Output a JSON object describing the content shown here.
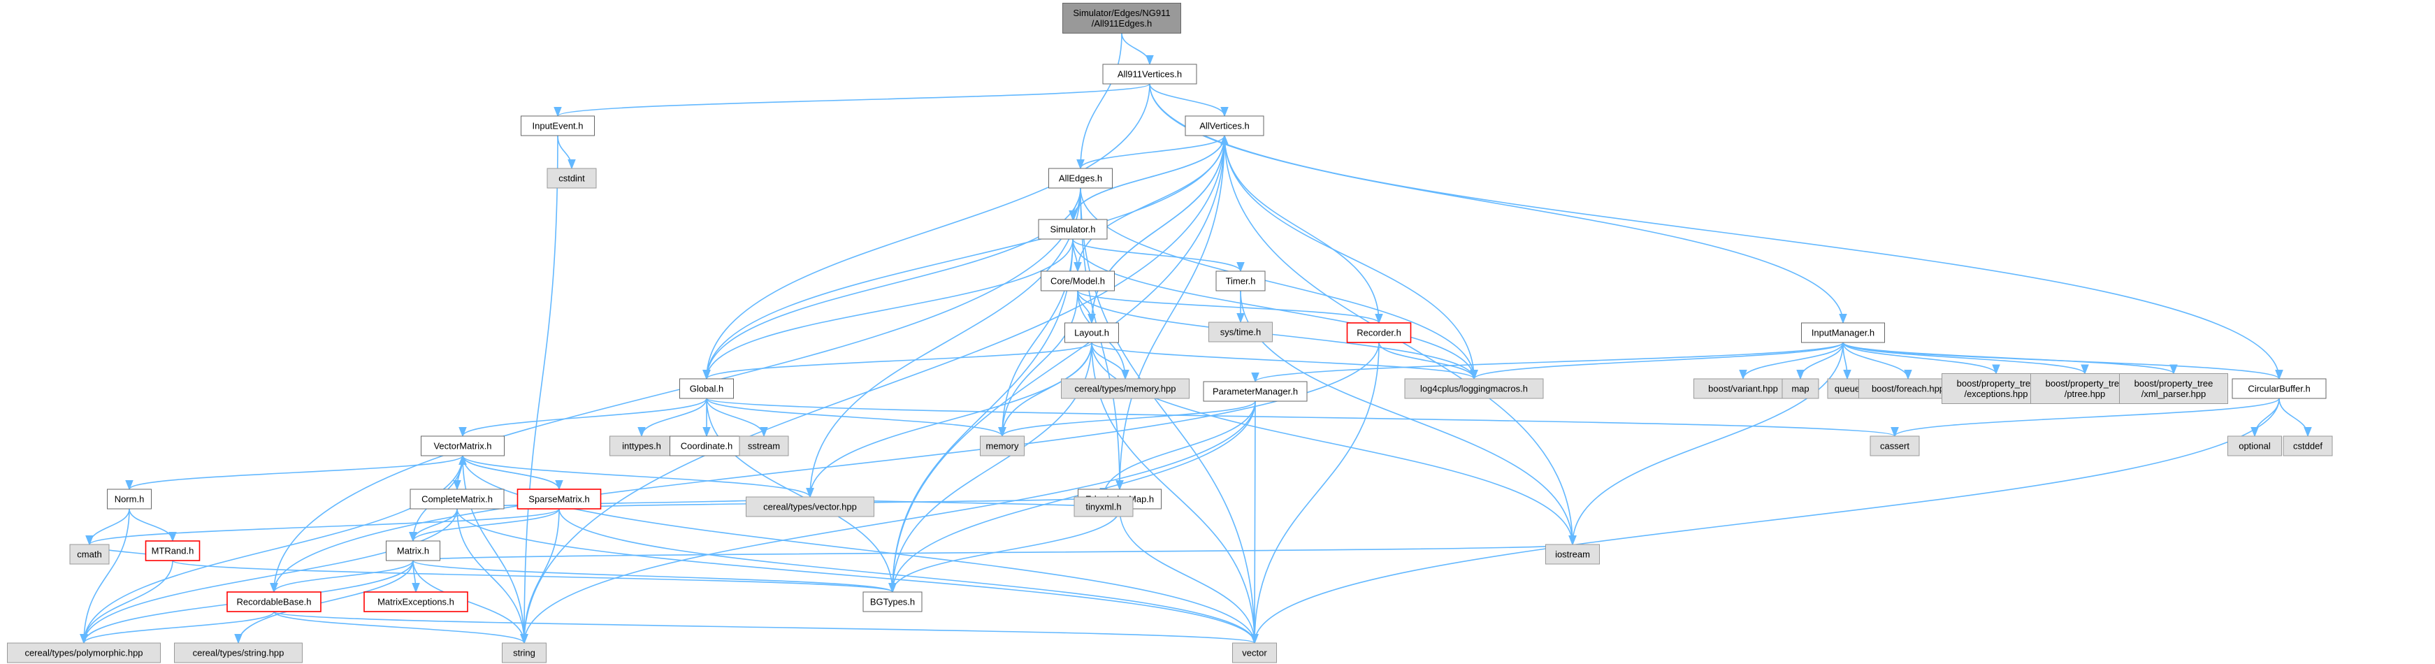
{
  "root": "Simulator/Edges/NG911/All911Edges.h",
  "colors": {
    "edge": "#63b8ff",
    "root_fill": "#999999",
    "node_fill": "#ffffff",
    "node_border": "#666666",
    "external_fill": "#e0e0e0",
    "external_border": "#999999",
    "truncated_border": "#ff0000"
  },
  "nodes": [
    {
      "id": "all911edges",
      "lines": [
        "Simulator/Edges/NG911",
        "/All911Edges.h"
      ],
      "kind": "root"
    },
    {
      "id": "all911vertices",
      "lines": [
        "All911Vertices.h"
      ],
      "kind": "file"
    },
    {
      "id": "inputevent",
      "lines": [
        "InputEvent.h"
      ],
      "kind": "file"
    },
    {
      "id": "cstdint",
      "lines": [
        "cstdint"
      ],
      "kind": "external"
    },
    {
      "id": "allvertices",
      "lines": [
        "AllVertices.h"
      ],
      "kind": "file"
    },
    {
      "id": "alledges",
      "lines": [
        "AllEdges.h"
      ],
      "kind": "file"
    },
    {
      "id": "simulator",
      "lines": [
        "Simulator.h"
      ],
      "kind": "file"
    },
    {
      "id": "coremodel",
      "lines": [
        "Core/Model.h"
      ],
      "kind": "file"
    },
    {
      "id": "timer",
      "lines": [
        "Timer.h"
      ],
      "kind": "file"
    },
    {
      "id": "systime",
      "lines": [
        "sys/time.h"
      ],
      "kind": "external"
    },
    {
      "id": "layout",
      "lines": [
        "Layout.h"
      ],
      "kind": "file"
    },
    {
      "id": "recorder",
      "lines": [
        "Recorder.h"
      ],
      "kind": "truncated"
    },
    {
      "id": "inputmanager",
      "lines": [
        "InputManager.h"
      ],
      "kind": "file"
    },
    {
      "id": "global",
      "lines": [
        "Global.h"
      ],
      "kind": "file"
    },
    {
      "id": "cerealmemory",
      "lines": [
        "cereal/types/memory.hpp"
      ],
      "kind": "external"
    },
    {
      "id": "log4cplus",
      "lines": [
        "log4cplus/loggingmacros.h"
      ],
      "kind": "external"
    },
    {
      "id": "boostvariant",
      "lines": [
        "boost/variant.hpp"
      ],
      "kind": "external"
    },
    {
      "id": "map",
      "lines": [
        "map"
      ],
      "kind": "external"
    },
    {
      "id": "queue",
      "lines": [
        "queue"
      ],
      "kind": "external"
    },
    {
      "id": "boostforeach",
      "lines": [
        "boost/foreach.hpp"
      ],
      "kind": "external"
    },
    {
      "id": "ptreeexceptions",
      "lines": [
        "boost/property_tree",
        "/exceptions.hpp"
      ],
      "kind": "external"
    },
    {
      "id": "ptree",
      "lines": [
        "boost/property_tree",
        "/ptree.hpp"
      ],
      "kind": "external"
    },
    {
      "id": "xmlparser",
      "lines": [
        "boost/property_tree",
        "/xml_parser.hpp"
      ],
      "kind": "external"
    },
    {
      "id": "circularbuffer",
      "lines": [
        "CircularBuffer.h"
      ],
      "kind": "file"
    },
    {
      "id": "optional",
      "lines": [
        "optional"
      ],
      "kind": "external"
    },
    {
      "id": "cstddef",
      "lines": [
        "cstddef"
      ],
      "kind": "external"
    },
    {
      "id": "parametermanager",
      "lines": [
        "ParameterManager.h"
      ],
      "kind": "file"
    },
    {
      "id": "memory",
      "lines": [
        "memory"
      ],
      "kind": "external"
    },
    {
      "id": "cassert",
      "lines": [
        "cassert"
      ],
      "kind": "external"
    },
    {
      "id": "vectormatrix",
      "lines": [
        "VectorMatrix.h"
      ],
      "kind": "file"
    },
    {
      "id": "inttypes",
      "lines": [
        "inttypes.h"
      ],
      "kind": "external"
    },
    {
      "id": "coordinate",
      "lines": [
        "Coordinate.h"
      ],
      "kind": "file"
    },
    {
      "id": "sstream",
      "lines": [
        "sstream"
      ],
      "kind": "external"
    },
    {
      "id": "norm",
      "lines": [
        "Norm.h"
      ],
      "kind": "file"
    },
    {
      "id": "completematrix",
      "lines": [
        "CompleteMatrix.h"
      ],
      "kind": "file"
    },
    {
      "id": "sparsematrix",
      "lines": [
        "SparseMatrix.h"
      ],
      "kind": "truncated"
    },
    {
      "id": "edgeindexmap",
      "lines": [
        "EdgeIndexMap.h"
      ],
      "kind": "file"
    },
    {
      "id": "cerealvector",
      "lines": [
        "cereal/types/vector.hpp"
      ],
      "kind": "external"
    },
    {
      "id": "tinyxml",
      "lines": [
        "tinyxml.h"
      ],
      "kind": "external"
    },
    {
      "id": "mtrand",
      "lines": [
        "MTRand.h"
      ],
      "kind": "truncated"
    },
    {
      "id": "matrix",
      "lines": [
        "Matrix.h"
      ],
      "kind": "file"
    },
    {
      "id": "cmath",
      "lines": [
        "cmath"
      ],
      "kind": "external"
    },
    {
      "id": "iostream",
      "lines": [
        "iostream"
      ],
      "kind": "external"
    },
    {
      "id": "bgtypes",
      "lines": [
        "BGTypes.h"
      ],
      "kind": "file"
    },
    {
      "id": "recordablebase",
      "lines": [
        "RecordableBase.h"
      ],
      "kind": "truncated"
    },
    {
      "id": "matrixexceptions",
      "lines": [
        "MatrixExceptions.h"
      ],
      "kind": "truncated"
    },
    {
      "id": "cerealpolymorphic",
      "lines": [
        "cereal/types/polymorphic.hpp"
      ],
      "kind": "external"
    },
    {
      "id": "cerealstring",
      "lines": [
        "cereal/types/string.hpp"
      ],
      "kind": "external"
    },
    {
      "id": "string",
      "lines": [
        "string"
      ],
      "kind": "external"
    },
    {
      "id": "vector",
      "lines": [
        "vector"
      ],
      "kind": "external"
    }
  ],
  "edges": [
    [
      "all911edges",
      "all911vertices"
    ],
    [
      "all911edges",
      "alledges"
    ],
    [
      "all911vertices",
      "allvertices"
    ],
    [
      "all911vertices",
      "inputevent"
    ],
    [
      "all911vertices",
      "global"
    ],
    [
      "all911vertices",
      "inputmanager"
    ],
    [
      "all911vertices",
      "circularbuffer"
    ],
    [
      "inputevent",
      "cstdint"
    ],
    [
      "inputevent",
      "string"
    ],
    [
      "allvertices",
      "alledges"
    ],
    [
      "allvertices",
      "simulator"
    ],
    [
      "allvertices",
      "layout"
    ],
    [
      "allvertices",
      "global"
    ],
    [
      "allvertices",
      "edgeindexmap"
    ],
    [
      "allvertices",
      "log4cplus"
    ],
    [
      "allvertices",
      "iostream"
    ],
    [
      "allvertices",
      "string"
    ],
    [
      "allvertices",
      "bgtypes"
    ],
    [
      "alledges",
      "simulator"
    ],
    [
      "alledges",
      "global"
    ],
    [
      "alledges",
      "edgeindexmap"
    ],
    [
      "alledges",
      "log4cplus"
    ],
    [
      "alledges",
      "cerealvector"
    ],
    [
      "alledges",
      "vector"
    ],
    [
      "alledges",
      "recordablebase"
    ],
    [
      "simulator",
      "coremodel"
    ],
    [
      "simulator",
      "timer"
    ],
    [
      "simulator",
      "global"
    ],
    [
      "simulator",
      "memory"
    ],
    [
      "simulator",
      "bgtypes"
    ],
    [
      "simulator",
      "log4cplus"
    ],
    [
      "simulator",
      "allvertices"
    ],
    [
      "coremodel",
      "layout"
    ],
    [
      "coremodel",
      "recorder"
    ],
    [
      "coremodel",
      "memory"
    ],
    [
      "coremodel",
      "log4cplus"
    ],
    [
      "coremodel",
      "cerealmemory"
    ],
    [
      "coremodel",
      "allvertices"
    ],
    [
      "timer",
      "systime"
    ],
    [
      "timer",
      "iostream"
    ],
    [
      "layout",
      "allvertices"
    ],
    [
      "layout",
      "global"
    ],
    [
      "layout",
      "cerealmemory"
    ],
    [
      "layout",
      "log4cplus"
    ],
    [
      "layout",
      "memory"
    ],
    [
      "layout",
      "vector"
    ],
    [
      "layout",
      "cerealvector"
    ],
    [
      "layout",
      "bgtypes"
    ],
    [
      "layout",
      "iostream"
    ],
    [
      "recorder",
      "allvertices"
    ],
    [
      "recorder",
      "log4cplus"
    ],
    [
      "recorder",
      "vector"
    ],
    [
      "recorder",
      "recordablebase"
    ],
    [
      "inputmanager",
      "log4cplus"
    ],
    [
      "inputmanager",
      "boostvariant"
    ],
    [
      "inputmanager",
      "map"
    ],
    [
      "inputmanager",
      "queue"
    ],
    [
      "inputmanager",
      "boostforeach"
    ],
    [
      "inputmanager",
      "ptreeexceptions"
    ],
    [
      "inputmanager",
      "ptree"
    ],
    [
      "inputmanager",
      "xmlparser"
    ],
    [
      "inputmanager",
      "circularbuffer"
    ],
    [
      "inputmanager",
      "parametermanager"
    ],
    [
      "inputmanager",
      "iostream"
    ],
    [
      "circularbuffer",
      "optional"
    ],
    [
      "circularbuffer",
      "cstddef"
    ],
    [
      "circularbuffer",
      "cassert"
    ],
    [
      "circularbuffer",
      "vector"
    ],
    [
      "parametermanager",
      "memory"
    ],
    [
      "parametermanager",
      "tinyxml"
    ],
    [
      "parametermanager",
      "bgtypes"
    ],
    [
      "parametermanager",
      "vector"
    ],
    [
      "parametermanager",
      "string"
    ],
    [
      "global",
      "vectormatrix"
    ],
    [
      "global",
      "inttypes"
    ],
    [
      "global",
      "coordinate"
    ],
    [
      "global",
      "sstream"
    ],
    [
      "global",
      "memory"
    ],
    [
      "global",
      "cassert"
    ],
    [
      "global",
      "bgtypes"
    ],
    [
      "vectormatrix",
      "norm"
    ],
    [
      "vectormatrix",
      "completematrix"
    ],
    [
      "vectormatrix",
      "sparsematrix"
    ],
    [
      "vectormatrix",
      "matrix"
    ],
    [
      "vectormatrix",
      "cerealvector"
    ],
    [
      "vectormatrix",
      "cerealpolymorphic"
    ],
    [
      "vectormatrix",
      "string"
    ],
    [
      "vectormatrix",
      "vector"
    ],
    [
      "completematrix",
      "vectormatrix"
    ],
    [
      "completematrix",
      "matrix"
    ],
    [
      "completematrix",
      "cerealvector"
    ],
    [
      "completematrix",
      "string"
    ],
    [
      "completematrix",
      "vector"
    ],
    [
      "completematrix",
      "cerealpolymorphic"
    ],
    [
      "sparsematrix",
      "vectormatrix"
    ],
    [
      "sparsematrix",
      "matrix"
    ],
    [
      "sparsematrix",
      "tinyxml"
    ],
    [
      "sparsematrix",
      "string"
    ],
    [
      "sparsematrix",
      "vector"
    ],
    [
      "sparsematrix",
      "cmath"
    ],
    [
      "norm",
      "mtrand"
    ],
    [
      "norm",
      "cmath"
    ],
    [
      "norm",
      "cerealpolymorphic"
    ],
    [
      "mtrand",
      "bgtypes"
    ],
    [
      "mtrand",
      "cmath"
    ],
    [
      "mtrand",
      "cerealpolymorphic"
    ],
    [
      "matrix",
      "matrixexceptions"
    ],
    [
      "matrix",
      "recordablebase"
    ],
    [
      "matrix",
      "string"
    ],
    [
      "matrix",
      "bgtypes"
    ],
    [
      "matrix",
      "iostream"
    ],
    [
      "matrix",
      "cerealstring"
    ],
    [
      "matrix",
      "cerealpolymorphic"
    ],
    [
      "edgeindexmap",
      "cerealvector"
    ],
    [
      "edgeindexmap",
      "bgtypes"
    ],
    [
      "edgeindexmap",
      "vector"
    ],
    [
      "recordablebase",
      "string"
    ],
    [
      "recordablebase",
      "vector"
    ],
    [
      "recordablebase",
      "cerealpolymorphic"
    ]
  ]
}
